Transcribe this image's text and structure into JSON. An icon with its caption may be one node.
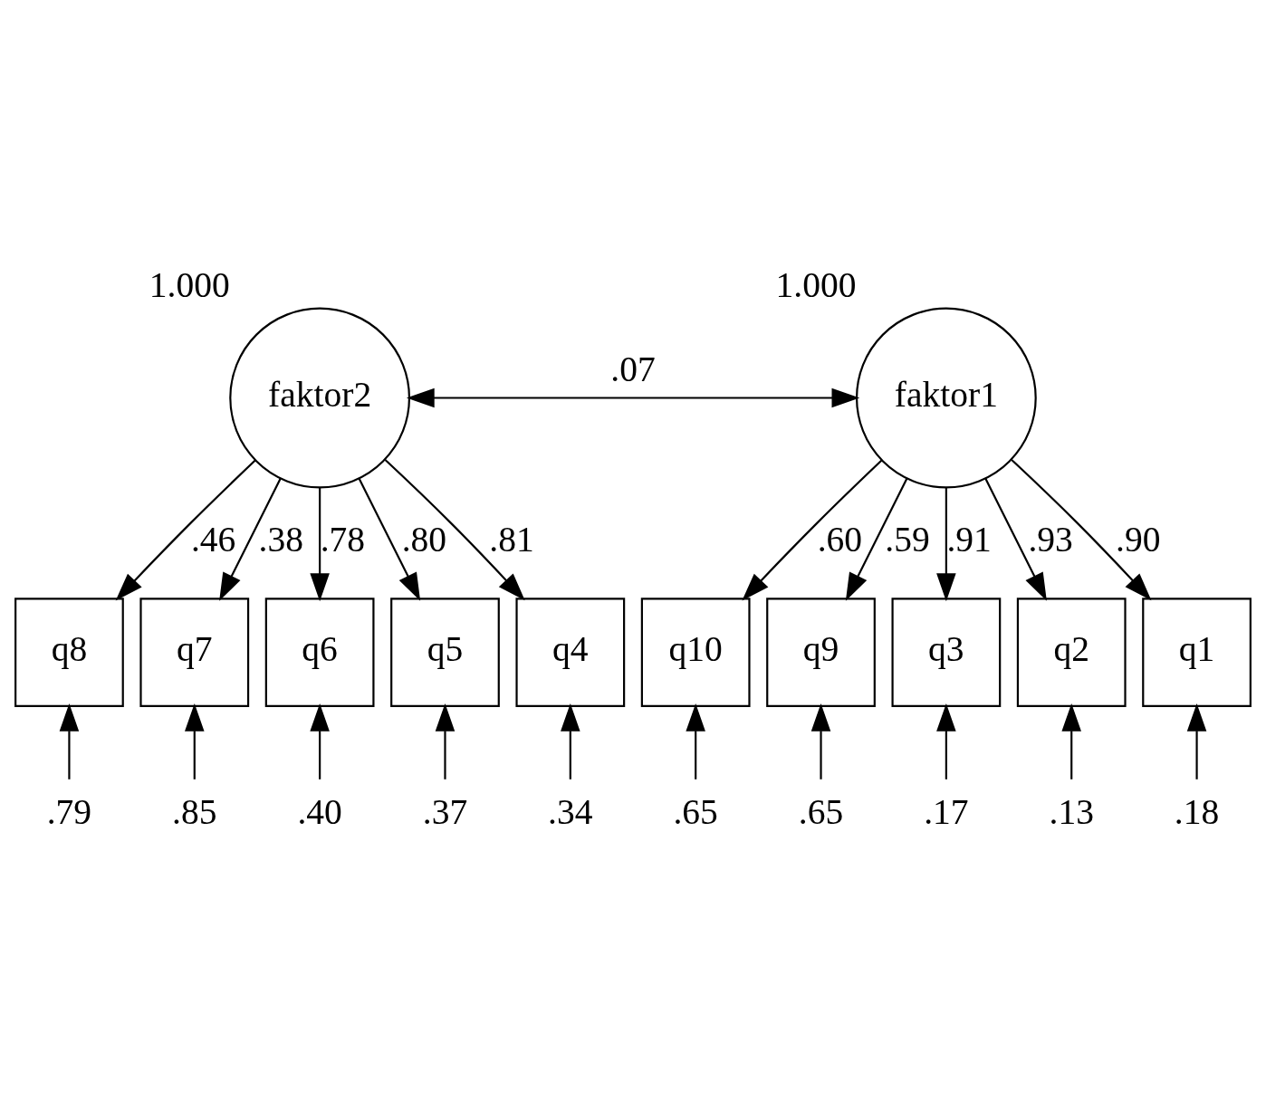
{
  "diagram": {
    "nodes": [
      {
        "text": [
          "faktor2"
        ],
        "beside": [
          "1.000"
        ]
      },
      {
        "text": [
          "faktor1"
        ],
        "beside": [
          "1.000"
        ]
      },
      {
        "text": [
          "q8"
        ]
      },
      {
        "text": [
          "q7"
        ]
      },
      {
        "text": [
          "q6"
        ]
      },
      {
        "text": [
          "q5"
        ]
      },
      {
        "text": [
          "q4"
        ]
      },
      {
        "text": [
          "q10"
        ]
      },
      {
        "text": [
          "q9"
        ]
      },
      {
        "text": [
          "q3"
        ]
      },
      {
        "text": [
          "q2"
        ]
      },
      {
        "text": [
          "q1"
        ]
      },
      {
        "text": [
          ".79"
        ]
      },
      {
        "text": [
          ".85"
        ]
      },
      {
        "text": [
          ".40"
        ]
      },
      {
        "text": [
          ".37"
        ]
      },
      {
        "text": [
          ".34"
        ]
      },
      {
        "text": [
          ".65"
        ]
      },
      {
        "text": [
          ".65"
        ]
      },
      {
        "text": [
          ".17"
        ]
      },
      {
        "text": [
          ".13"
        ]
      },
      {
        "text": [
          ".18"
        ]
      }
    ],
    "edges": [
      {
        "from": 0,
        "to": 1,
        "arrow": "both",
        "label": ".07"
      },
      {
        "from": 0,
        "to": 2,
        "arrow": "to",
        "label": ".46"
      },
      {
        "from": 0,
        "to": 3,
        "arrow": "to",
        "label": ".38"
      },
      {
        "from": 0,
        "to": 4,
        "arrow": "to",
        "label": ".78"
      },
      {
        "from": 0,
        "to": 5,
        "arrow": "to",
        "label": ".80"
      },
      {
        "from": 0,
        "to": 6,
        "arrow": "to",
        "label": ".81"
      },
      {
        "from": 1,
        "to": 7,
        "arrow": "to",
        "label": ".60"
      },
      {
        "from": 1,
        "to": 8,
        "arrow": "to",
        "label": ".59"
      },
      {
        "from": 1,
        "to": 9,
        "arrow": "to",
        "label": ".91"
      },
      {
        "from": 1,
        "to": 10,
        "arrow": "to",
        "label": ".93"
      },
      {
        "from": 1,
        "to": 11,
        "arrow": "to",
        "label": ".90"
      },
      {
        "from": 12,
        "to": 2,
        "arrow": "to"
      },
      {
        "from": 13,
        "to": 3,
        "arrow": "to"
      },
      {
        "from": 14,
        "to": 4,
        "arrow": "to"
      },
      {
        "from": 15,
        "to": 5,
        "arrow": "to"
      },
      {
        "from": 16,
        "to": 6,
        "arrow": "to"
      },
      {
        "from": 17,
        "to": 7,
        "arrow": "to"
      },
      {
        "from": 18,
        "to": 8,
        "arrow": "to"
      },
      {
        "from": 19,
        "to": 9,
        "arrow": "to"
      },
      {
        "from": 20,
        "to": 10,
        "arrow": "to"
      },
      {
        "from": 21,
        "to": 11,
        "arrow": "to"
      }
    ]
  }
}
